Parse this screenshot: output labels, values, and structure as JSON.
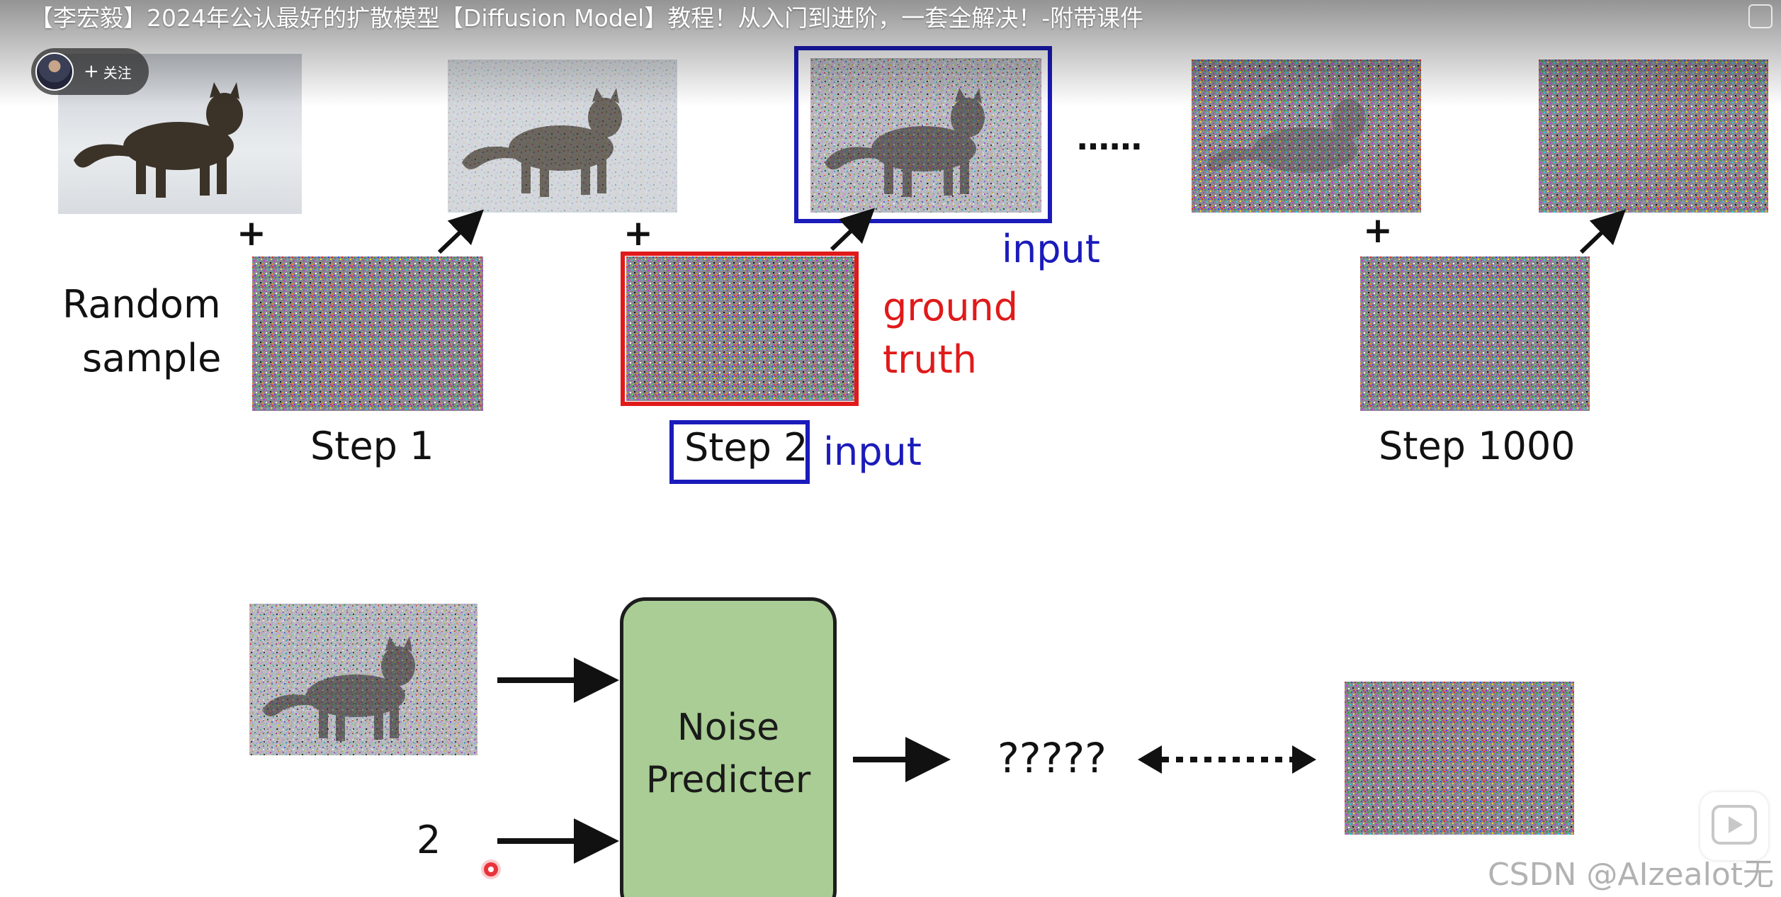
{
  "video": {
    "title": "【李宏毅】2024年公认最好的扩散模型【Diffusion Model】教程！从入门到进阶，一套全解决！-附带课件",
    "follow_label": "关注",
    "follow_plus": "+"
  },
  "slide": {
    "random_sample_line1": "Random",
    "random_sample_line2": "sample",
    "step1_label": "Step 1",
    "step2_label": "Step 2",
    "step1000_label": "Step 1000",
    "plus_sign": "+",
    "ellipsis": "……",
    "input_label_top": "input",
    "input_label_step": "input",
    "ground_truth_line1": "ground",
    "ground_truth_line2": "truth",
    "step_number_input": "2",
    "predictor_line1": "Noise",
    "predictor_line2": "Predicter",
    "unknown_output": "?????"
  },
  "colors": {
    "input_blue": "#1b1bbb",
    "ground_truth_red": "#e01a1a",
    "predictor_fill": "#a9cd94",
    "text_dark": "#111111"
  },
  "icons": {
    "play": "play-icon",
    "flag": "flag-icon",
    "pointer": "laser-pointer-icon"
  },
  "watermark": "CSDN @AIzealot无"
}
